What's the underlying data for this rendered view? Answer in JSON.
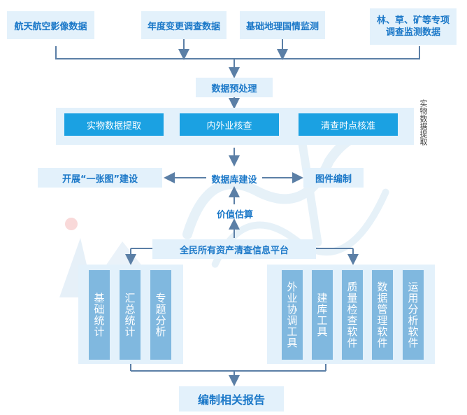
{
  "sources": [
    "航天航空影像数据",
    "年度变更调查数据",
    "基础地理国情监测",
    "林、草、矿等专项",
    "调查监测数据"
  ],
  "preprocess": "数据预处理",
  "extraction": [
    "实物数据提取",
    "内外业核查",
    "清查时点核准"
  ],
  "side_label": "实物数据提取",
  "database": "数据库建设",
  "left_task": "开展“一张图”建设",
  "right_task": "图件编制",
  "valuation": "价值估算",
  "platform": "全民所有资产清查信息平台",
  "left_columns": [
    "基础统计",
    "汇总统计",
    "专题分析"
  ],
  "right_columns": [
    "外业协调工具",
    "建库工具",
    "质量检查软件",
    "数据管理软件",
    "运用分析软件"
  ],
  "report": "编制相关报告",
  "colors": {
    "light_box": "#e3f1fb",
    "dark_box": "#1ba1e2",
    "column": "#80b8df",
    "line": "#5b7fa6"
  }
}
